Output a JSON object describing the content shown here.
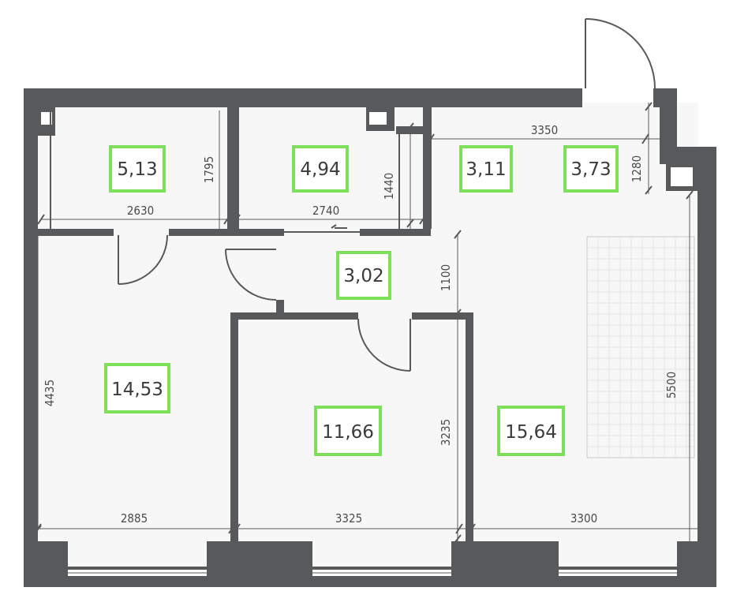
{
  "plan": {
    "areas": {
      "wc1": "5,13",
      "bath": "4,94",
      "hall_top": "3,11",
      "closet": "3,73",
      "corridor": "3,02",
      "bedroom_left": "14,53",
      "bedroom_mid": "11,66",
      "living": "15,64"
    },
    "dimensions": {
      "d2630": "2630",
      "d1795": "1795",
      "d2740": "2740",
      "d1440": "1440",
      "d3350": "3350",
      "d1280": "1280",
      "d1100": "1100",
      "d4435": "4435",
      "d3235": "3235",
      "d5500": "5500",
      "d2885": "2885",
      "d3325": "3325",
      "d3300": "3300"
    },
    "colors": {
      "wall": "#58595b",
      "area_frame": "#7ee05a"
    }
  }
}
